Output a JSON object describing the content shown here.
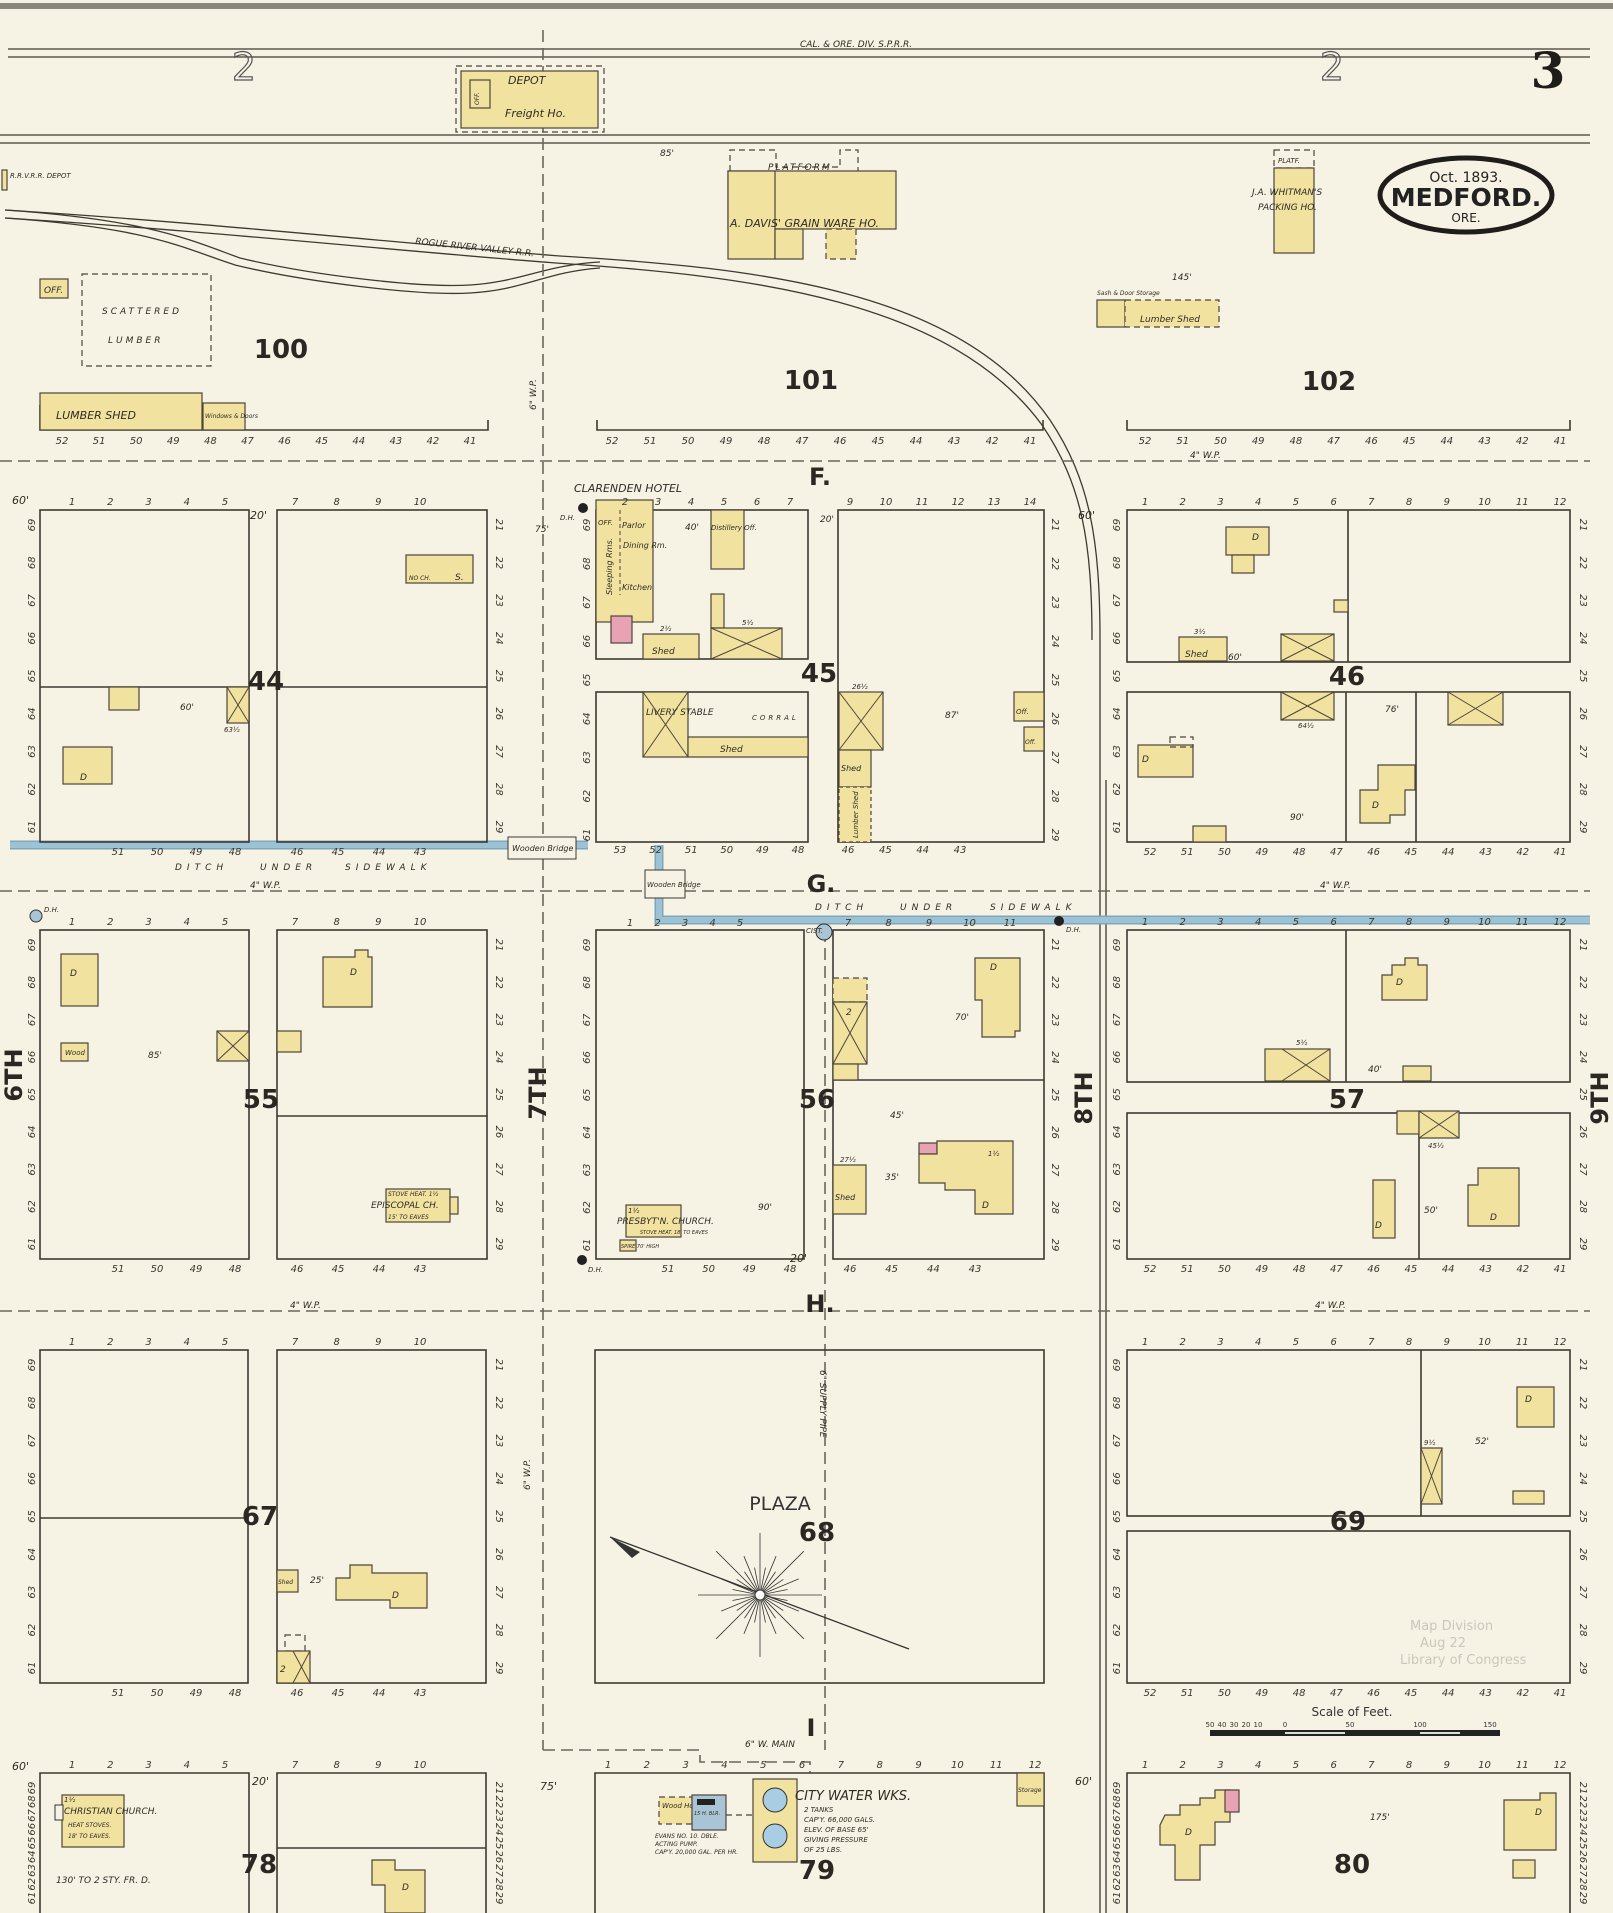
{
  "sheet": {
    "page_number": "3",
    "adjoining_sheet_left": "2",
    "adjoining_sheet_right": "2",
    "cartouche": {
      "date": "Oct. 1893.",
      "town": "MEDFORD.",
      "state": "ORE."
    },
    "scale": {
      "title": "Scale of Feet.",
      "ticks": [
        "50",
        "40",
        "30",
        "20",
        "10",
        "0",
        "50",
        "100",
        "150"
      ]
    },
    "stamp": {
      "line1": "Map Division",
      "line2": "Aug 22",
      "line3": "Library of Congress"
    }
  },
  "railroads": {
    "main": "CAL. & ORE. DIV. S.P.R.R.",
    "branch": "ROGUE RIVER VALLEY R.R.",
    "branch_depot": "R.R.V.R.R. DEPOT"
  },
  "streets": {
    "f": "F.",
    "g": "G.",
    "h": "H.",
    "i": "I",
    "sixth": "6TH",
    "seventh": "7TH",
    "eighth": "8TH",
    "ninth": "9TH"
  },
  "utilities": {
    "water_pipe_4": "4\" W.P.",
    "water_pipe_6": "6\" W.P.",
    "water_main_6": "6\" W. MAIN",
    "supply_pipe": "6\" SUPPLY PIPE",
    "ditch": [
      "DITCH",
      "UNDER",
      "SIDEWALK"
    ],
    "wooden_bridge": "Wooden Bridge",
    "hydrant": "D.H.",
    "cistern": "CIST."
  },
  "blocks": [
    "100",
    "101",
    "102",
    "44",
    "45",
    "46",
    "55",
    "56",
    "57",
    "67",
    "68",
    "69",
    "78",
    "79",
    "80"
  ],
  "plaza_label": "PLAZA",
  "buildings": {
    "depot": {
      "name": "DEPOT",
      "freight": "Freight Ho.",
      "office": "OFF."
    },
    "grain": {
      "name": "A. DAVIS' GRAIN WARE HO.",
      "platform": "PLATFORM"
    },
    "whitman": {
      "line1": "J.A. WHITMAN'S",
      "line2": "PACKING HO.",
      "platform": "PLATF."
    },
    "sash": {
      "storage": "Sash & Door Storage",
      "shed": "Lumber Shed"
    },
    "lumber_yard": {
      "office": "OFF.",
      "scattered1": "SCATTERED",
      "scattered2": "LUMBER",
      "shed": "LUMBER SHED",
      "windows": "Windows & Doors"
    },
    "hotel": {
      "name": "CLARENDEN HOTEL",
      "parlor": "Parlor",
      "dining": "Dining Rm.",
      "kitchen": "Kitchen",
      "sleeping": "Sleeping Rms.",
      "office": "OFF."
    },
    "distillery": "Distillery Off.",
    "livery": {
      "name": "LIVERY STABLE",
      "shed": "Shed",
      "corral": "CORRAL"
    },
    "shed": "Shed",
    "lumber_shed": "Lumber Shed",
    "office": "Off.",
    "dwelling": "D",
    "wood": "Wood",
    "no_ch": "NO CH.",
    "store": "S.",
    "episcopal": {
      "heat": "STOVE HEAT. 1½",
      "name": "EPISCOPAL CH.",
      "eaves": "15' TO EAVES"
    },
    "presbyterian": {
      "stories": "1½",
      "name": "PRESBYT'N. CHURCH.",
      "heat": "STOVE HEAT. 18' TO EAVES",
      "spire": "SPIRE 70' HIGH"
    },
    "christian": {
      "stories": "1½",
      "name": "CHRISTIAN CHURCH.",
      "heat": "HEAT STOVES.",
      "eaves": "18' TO EAVES.",
      "note": "130' TO 2 STY. FR. D."
    },
    "water_works": {
      "name": "CITY WATER WKS.",
      "l1": "2 TANKS",
      "l2": "CAP'Y. 66,000 GALS.",
      "l3": "ELEV. OF BASE 65'",
      "l4": "GIVING PRESSURE",
      "l5": "OF 25 LBS.",
      "wood_ho": "Wood Ho.",
      "boiler": "15 H. BLR.",
      "pump1": "EVANS NO. 10. DBLE.",
      "pump2": "ACTING PUMP.",
      "pump3": "CAP'Y. 20,000 GAL. PER HR.",
      "storage": "Storage"
    }
  },
  "story_marks": {
    "s2_5": "2½",
    "s5_5": "5½",
    "s26_5": "26½",
    "s63_5": "63½",
    "s64_5": "64½",
    "s45_5": "45½",
    "s27_5": "27½",
    "s9_5": "9½",
    "s3_5": "3½",
    "s1_5": "1½",
    "s2": "2"
  },
  "dimensions": [
    "85'",
    "145'",
    "45'",
    "60'",
    "20'",
    "75'",
    "40'",
    "87'",
    "76'",
    "90'",
    "70'",
    "35'",
    "25'",
    "52'",
    "175'",
    "50'"
  ],
  "lot_numbers": {
    "r1_bottom": [
      "52",
      "51",
      "50",
      "49",
      "48",
      "47",
      "46",
      "45",
      "44",
      "43",
      "42",
      "41"
    ],
    "top_left": [
      "1",
      "2",
      "3",
      "4",
      "5"
    ],
    "top_right": [
      "7",
      "8",
      "9",
      "10"
    ],
    "top_45a": [
      "2",
      "3",
      "4",
      "5",
      "6",
      "7"
    ],
    "top_45b": [
      "9",
      "10",
      "11",
      "12",
      "13",
      "14"
    ],
    "top_56a": [
      "1",
      "2",
      "3",
      "4",
      "5"
    ],
    "top_56b": [
      "7",
      "8",
      "9",
      "10",
      "11"
    ],
    "top_12": [
      "1",
      "2",
      "3",
      "4",
      "5",
      "6",
      "7",
      "8",
      "9",
      "10",
      "11",
      "12"
    ],
    "bottom_left": [
      "51",
      "50",
      "49",
      "48"
    ],
    "bottom_right": [
      "46",
      "45",
      "44",
      "43"
    ],
    "bottom_45": [
      "53",
      "52",
      "51",
      "50",
      "49",
      "48"
    ],
    "side_left": [
      "69",
      "68",
      "67",
      "66",
      "65",
      "64",
      "63",
      "62",
      "61"
    ],
    "side_right": [
      "21",
      "22",
      "23",
      "24",
      "25",
      "26",
      "27",
      "28",
      "29"
    ]
  }
}
